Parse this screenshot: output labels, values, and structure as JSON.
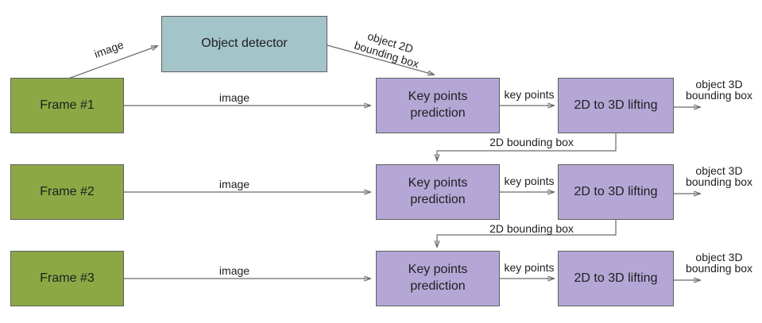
{
  "diagram": {
    "detector_label": "Object detector",
    "edges": {
      "frame_to_detector": "image",
      "detector_to_keypoints": "object 2D bounding box",
      "feedback_1": "2D bounding box",
      "feedback_2": "2D bounding box"
    },
    "rows": [
      {
        "frame": "Frame #1",
        "image": "image",
        "keypoints_box": "Key points prediction",
        "keypoints_out": "key points",
        "lifting_box": "2D to 3D lifting",
        "output": "object 3D bounding box"
      },
      {
        "frame": "Frame #2",
        "image": "image",
        "keypoints_box": "Key points prediction",
        "keypoints_out": "key points",
        "lifting_box": "2D to 3D lifting",
        "output": "object 3D bounding box"
      },
      {
        "frame": "Frame #3",
        "image": "image",
        "keypoints_box": "Key points prediction",
        "keypoints_out": "key points",
        "lifting_box": "2D to 3D lifting",
        "output": "object 3D bounding box"
      }
    ],
    "colors": {
      "frame_fill": "#8ba845",
      "detector_fill": "#a3c4c8",
      "module_fill": "#b4a7d6",
      "box_border": "#5f5f5f",
      "arrow": "#6b6b6b",
      "text": "#1e1e1e",
      "background": "#ffffff"
    }
  }
}
